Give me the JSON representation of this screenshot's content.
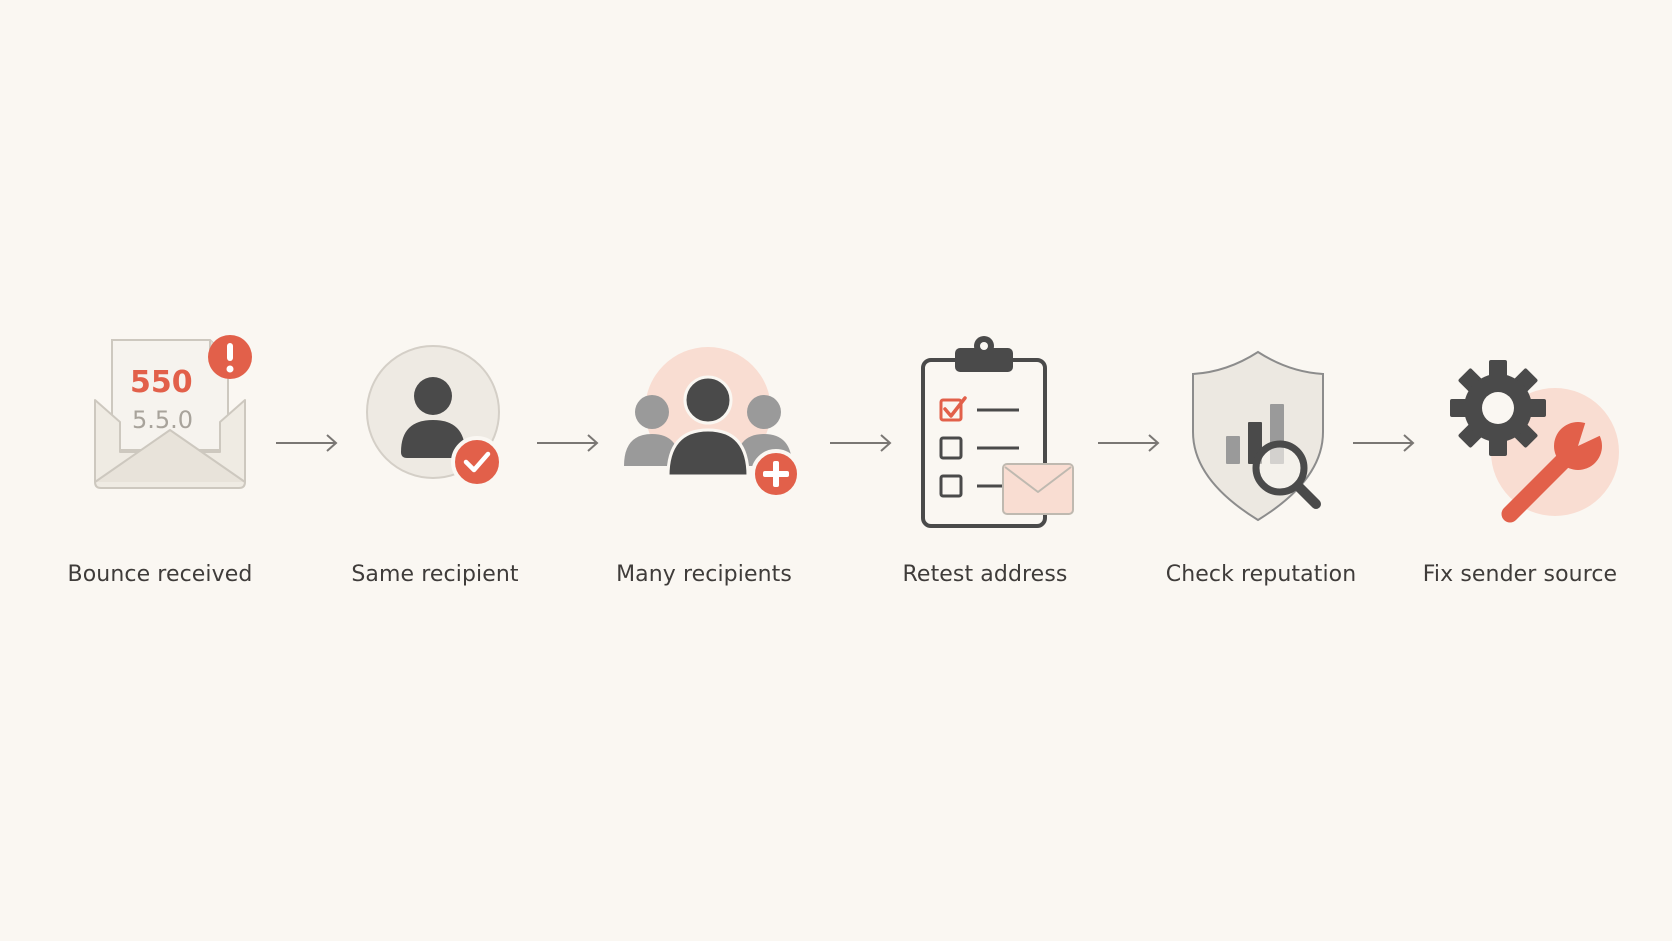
{
  "steps": [
    {
      "label": "Bounce received",
      "code_main": "550",
      "code_sub": "5.5.0",
      "icon": "envelope-bounce-icon"
    },
    {
      "label": "Same recipient",
      "icon": "user-check-icon"
    },
    {
      "label": "Many recipients",
      "icon": "users-plus-icon"
    },
    {
      "label": "Retest address",
      "icon": "clipboard-checklist-icon"
    },
    {
      "label": "Check reputation",
      "icon": "shield-magnifier-icon"
    },
    {
      "label": "Fix sender source",
      "icon": "gear-wrench-icon"
    }
  ],
  "colors": {
    "accent": "#e2604a",
    "accent_soft": "#f9ddd2",
    "dark": "#4a4a4a",
    "mid": "#9a9a9a",
    "paper": "#efebe3",
    "background": "#faf7f2"
  }
}
